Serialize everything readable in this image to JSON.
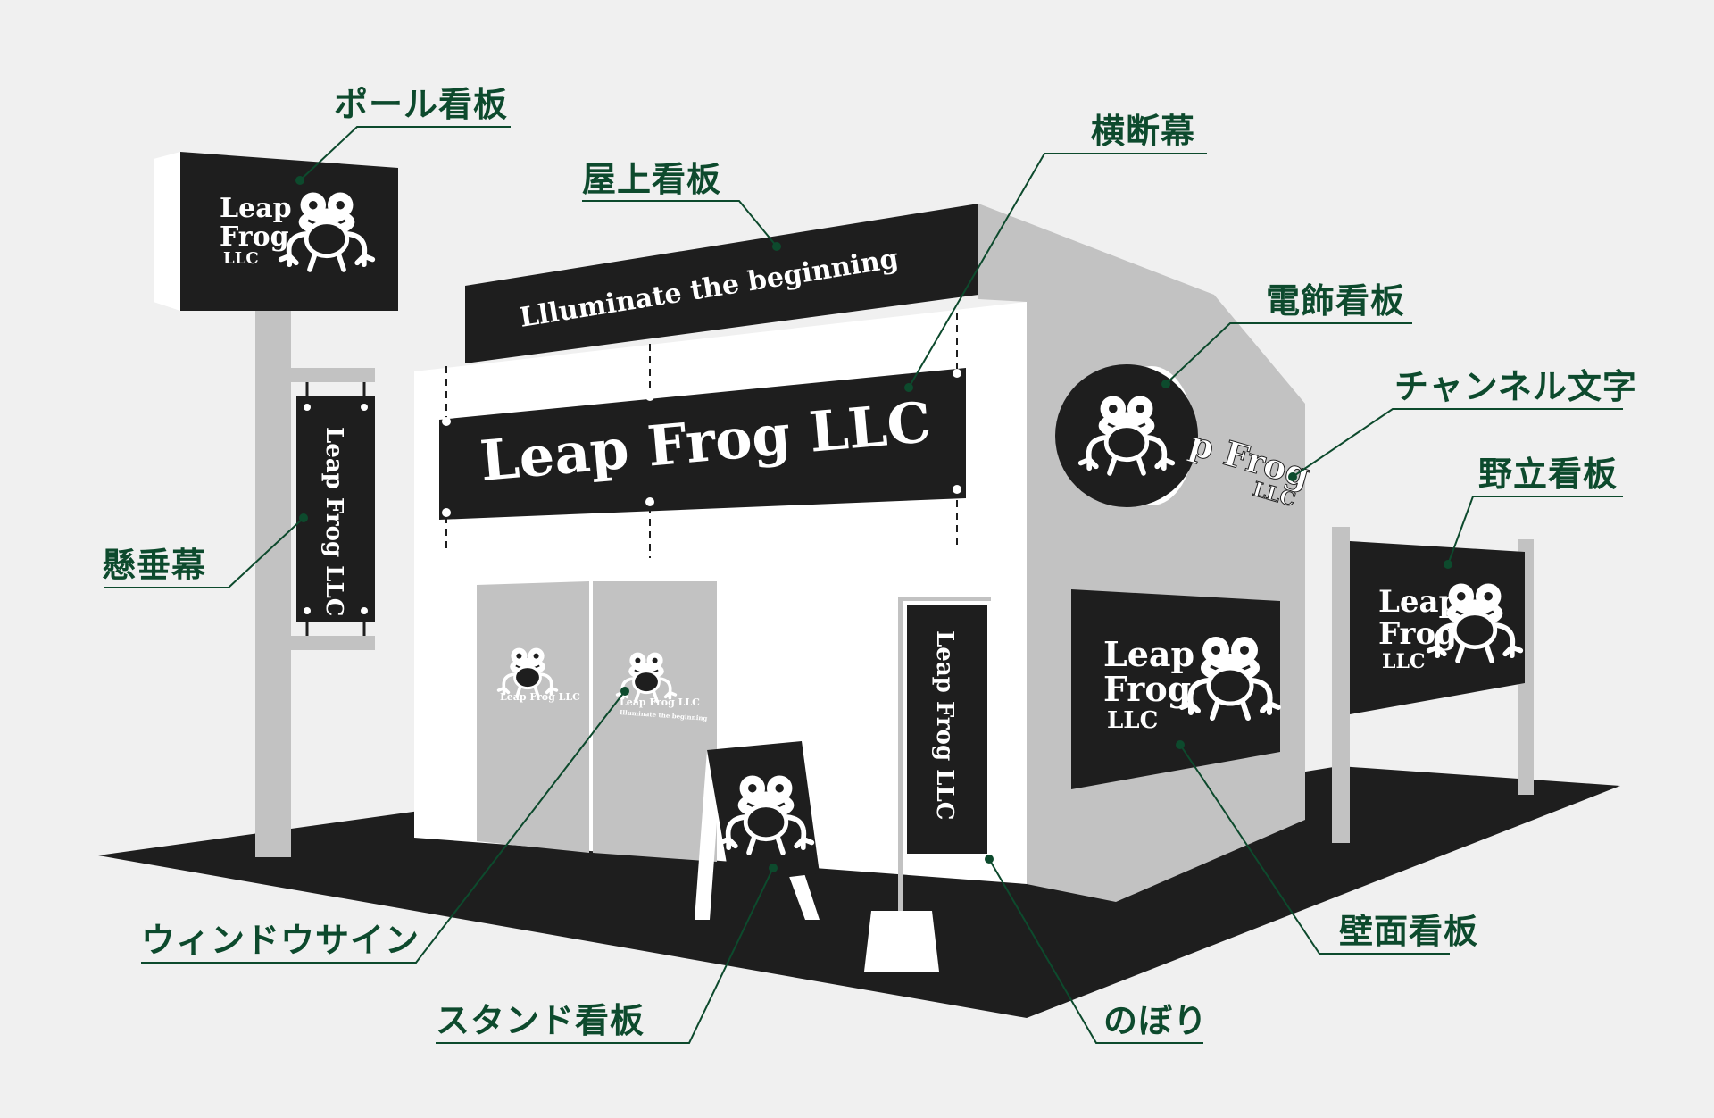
{
  "brand": {
    "name": "Leap Frog LLC",
    "name_line1": "Leap",
    "name_line2": "Frog",
    "name_line3": "LLC",
    "tagline": "Llluminate the beginning",
    "window_tagline": "Illuminate the beginning"
  },
  "labels": {
    "pole_sign": "ポール看板",
    "rooftop_sign": "屋上看板",
    "banner": "横断幕",
    "illuminated_sign": "電飾看板",
    "channel_letters": "チャンネル文字",
    "standalone_sign": "野立看板",
    "hanging_banner": "懸垂幕",
    "window_sign": "ウィンドウサイン",
    "stand_sign": "スタンド看板",
    "flag": "のぼり",
    "wall_sign": "壁面看板"
  },
  "colors": {
    "background": "#f0f0f0",
    "sign_black": "#1e1e1e",
    "building_white": "#ffffff",
    "building_gray": "#c2c2c2",
    "label_green": "#0d4a2d"
  }
}
